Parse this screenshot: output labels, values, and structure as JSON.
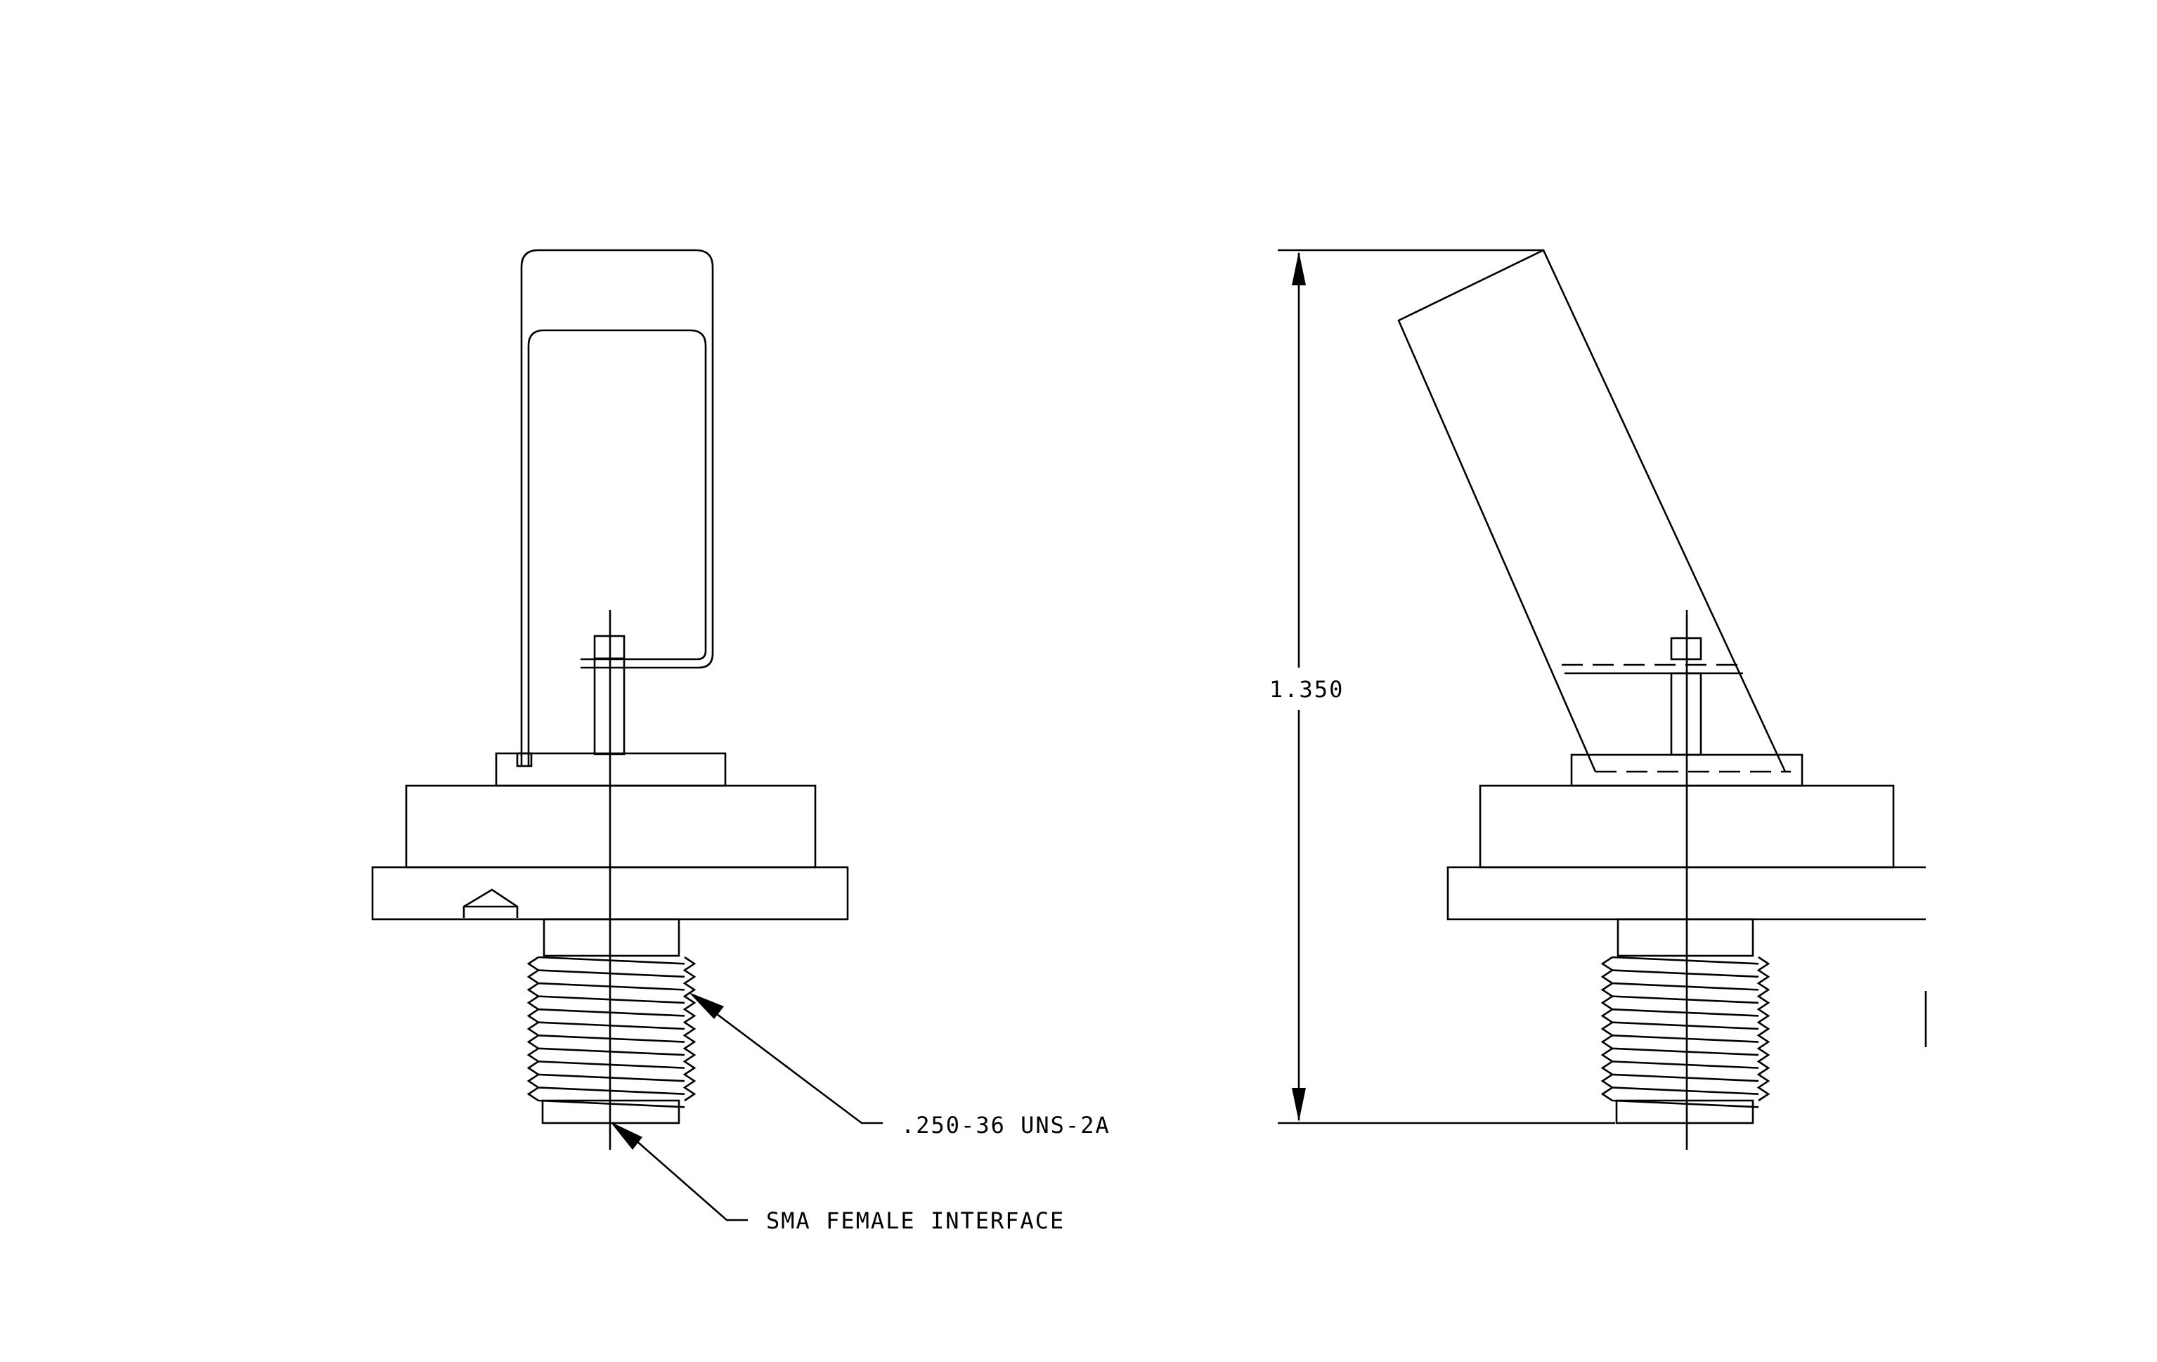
{
  "annotations": {
    "thread_spec": ".250-36 UNS-2A",
    "interface": "SMA FEMALE INTERFACE",
    "height_dimension": "1.350"
  }
}
